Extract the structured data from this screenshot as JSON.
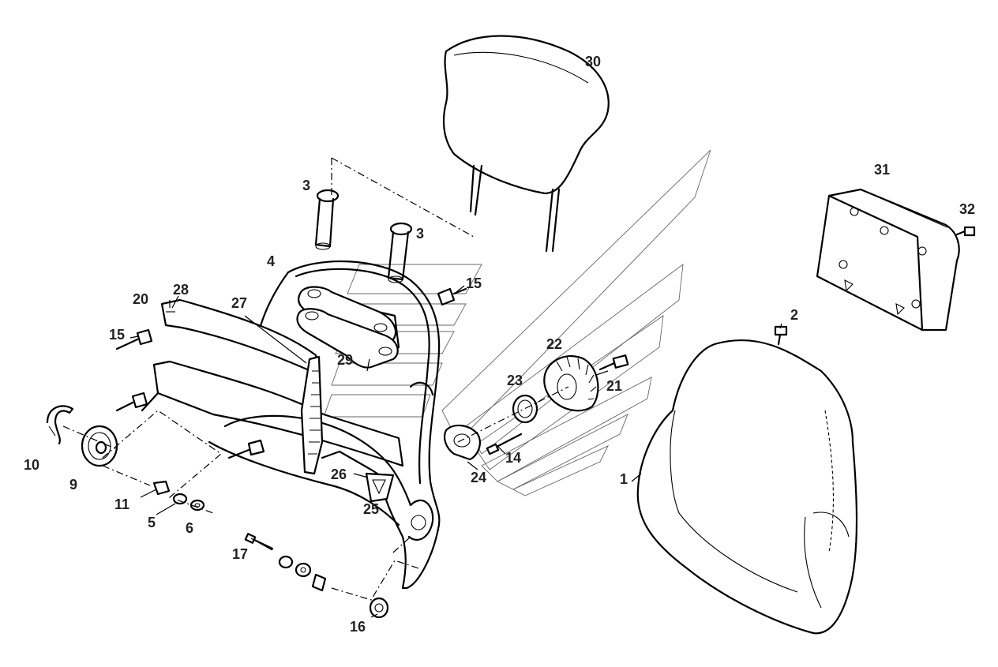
{
  "callouts": [
    {
      "id": "p1",
      "text": "1"
    },
    {
      "id": "p2",
      "text": "2"
    },
    {
      "id": "p3a",
      "text": "3"
    },
    {
      "id": "p3b",
      "text": "3"
    },
    {
      "id": "p4",
      "text": "4"
    },
    {
      "id": "p5",
      "text": "5"
    },
    {
      "id": "p6",
      "text": "6"
    },
    {
      "id": "p9",
      "text": "9"
    },
    {
      "id": "p10",
      "text": "10"
    },
    {
      "id": "p11",
      "text": "11"
    },
    {
      "id": "p14",
      "text": "14"
    },
    {
      "id": "p15a",
      "text": "15"
    },
    {
      "id": "p15b",
      "text": "15"
    },
    {
      "id": "p16",
      "text": "16"
    },
    {
      "id": "p17",
      "text": "17"
    },
    {
      "id": "p20",
      "text": "20"
    },
    {
      "id": "p21",
      "text": "21"
    },
    {
      "id": "p22",
      "text": "22"
    },
    {
      "id": "p23",
      "text": "23"
    },
    {
      "id": "p24",
      "text": "24"
    },
    {
      "id": "p25",
      "text": "25"
    },
    {
      "id": "p26",
      "text": "26"
    },
    {
      "id": "p27",
      "text": "27"
    },
    {
      "id": "p28",
      "text": "28"
    },
    {
      "id": "p29",
      "text": "29"
    },
    {
      "id": "p30",
      "text": "30"
    },
    {
      "id": "p31",
      "text": "31"
    },
    {
      "id": "p32",
      "text": "32"
    }
  ]
}
